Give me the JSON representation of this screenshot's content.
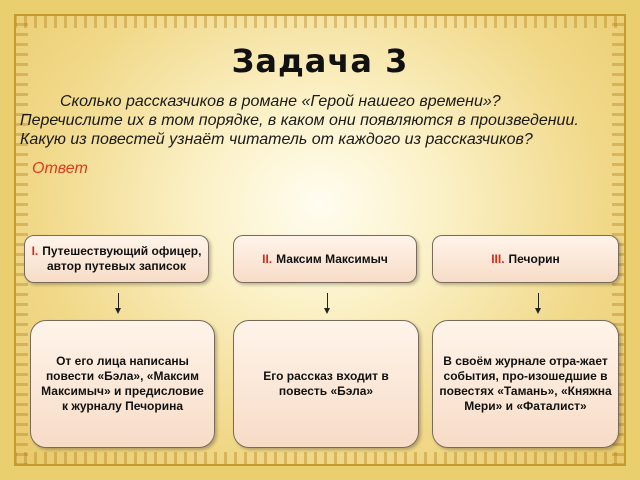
{
  "title": "Задача 3",
  "question": {
    "line1": "Сколько рассказчиков в романе «Герой нашего времени»?",
    "line2": "Перечислите их в том порядке, в каком они появляются в произведении.",
    "line3": "Какую из повестей узнаёт читатель от каждого из рассказчиков?"
  },
  "answer_label": "Ответ",
  "narrators": [
    {
      "numeral": "I.",
      "name": "Путешествующий офицер, автор путевых записок"
    },
    {
      "numeral": "II.",
      "name": "Максим Максимыч"
    },
    {
      "numeral": "III.",
      "name": "Печорин"
    }
  ],
  "stories": [
    "От его лица написаны повести «Бэла», «Максим Максимыч» и предисловие к журналу Печорина",
    "Его рассказ входит в повесть «Бэла»",
    "В своём журнале отра-жает события, про-изошедшие в повестях «Тамань», «Княжна Мери» и «Фаталист»"
  ],
  "colors": {
    "accent": "#d62a1a",
    "answer": "#e03a1a",
    "frame": "#e9cf6e"
  }
}
